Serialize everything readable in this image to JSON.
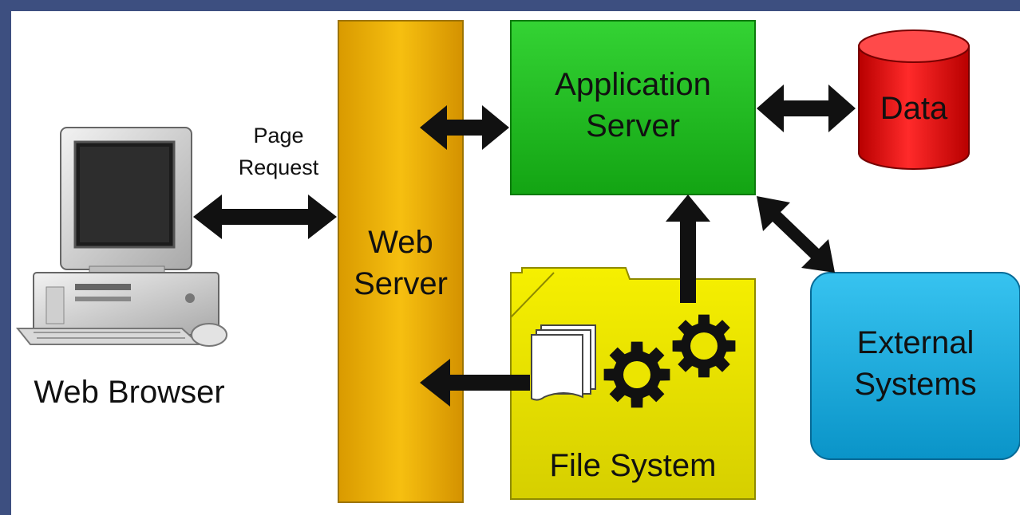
{
  "labels": {
    "page_request": [
      "Page",
      "Request"
    ],
    "web_server": [
      "Web",
      "Server"
    ],
    "application_server": [
      "Application",
      "Server"
    ],
    "data": "Data",
    "file_system": "File System",
    "external_systems": [
      "External",
      "Systems"
    ],
    "web_browser": "Web Browser"
  },
  "colors": {
    "frame": "#3d4f80",
    "background": "#ffffff",
    "web_server": "#f0b400",
    "application_server": "#22c022",
    "data": "#e01010",
    "file_system": "#f0ea00",
    "external_systems": "#1aaee0",
    "arrow": "#111111"
  }
}
